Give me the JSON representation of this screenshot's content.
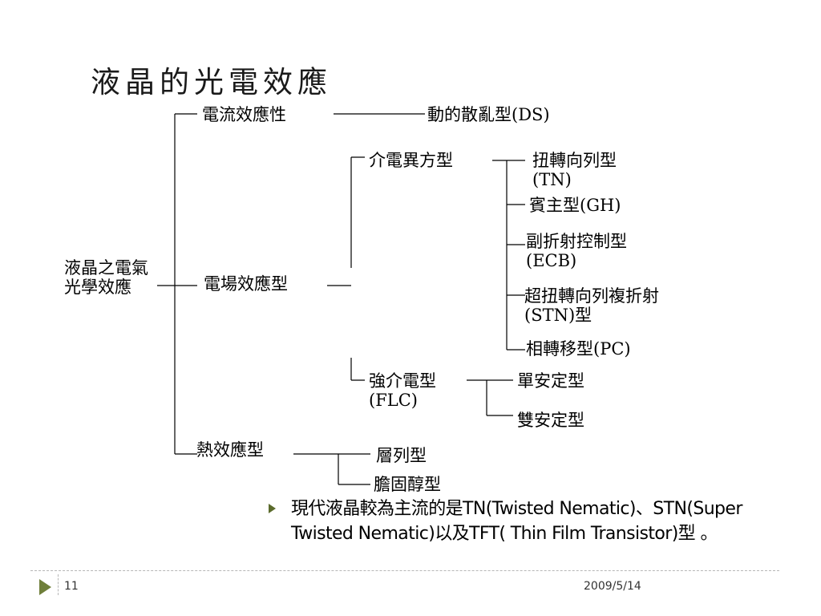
{
  "slide": {
    "title": "液晶的光電效應",
    "bullet": "現代液晶較為主流的是TN(Twisted Nematic)、STN(Super Twisted Nematic)以及TFT( Thin Film Transistor)型 。",
    "page_number": "11",
    "date": "2009/5/14"
  },
  "diagram": {
    "root": "液晶之電氣光學效應",
    "current_effect": "電流效應性",
    "ds": "動的散亂型(DS)",
    "dielectric": "介電異方型",
    "tn": "扭轉向列型(TN)",
    "gh": "賓主型(GH)",
    "ecb": "副折射控制型(ECB)",
    "stn": "超扭轉向列複折射(STN)型",
    "pc": "相轉移型(PC)",
    "field_effect": "電場效應型",
    "flc": "強介電型(FLC)",
    "mono": "單安定型",
    "bi": "雙安定型",
    "thermal": "熱效應型",
    "smectic": "層列型",
    "cholesteric": "膽固醇型"
  }
}
